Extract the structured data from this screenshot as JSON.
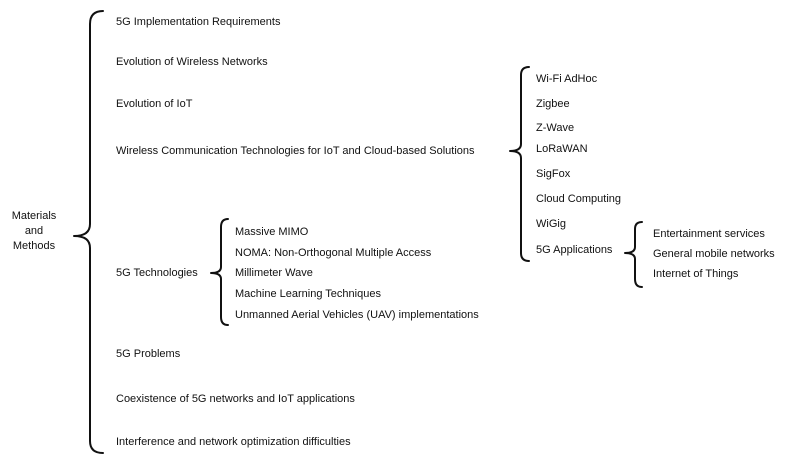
{
  "root": {
    "lines": [
      "Materials",
      "and",
      "Methods"
    ]
  },
  "level1": [
    "5G Implementation Requirements",
    "Evolution of Wireless Networks",
    "Evolution of IoT",
    "Wireless Communication Technologies for IoT and Cloud-based Solutions",
    "5G Technologies",
    "5G Problems",
    "Coexistence of 5G networks and IoT applications",
    "Interference and network optimization difficulties"
  ],
  "wireless_technologies": [
    "Wi-Fi AdHoc",
    "Zigbee",
    "Z-Wave",
    "LoRaWAN",
    "SigFox",
    "Cloud Computing",
    "WiGig",
    "5G Applications"
  ],
  "applications": [
    "Entertainment services",
    "General mobile networks",
    "Internet of Things"
  ],
  "technologies_5g": [
    "Massive MIMO",
    "NOMA: Non-Orthogonal Multiple Access",
    "Millimeter Wave",
    "Machine Learning Techniques",
    "Unmanned Aerial Vehicles (UAV) implementations"
  ]
}
